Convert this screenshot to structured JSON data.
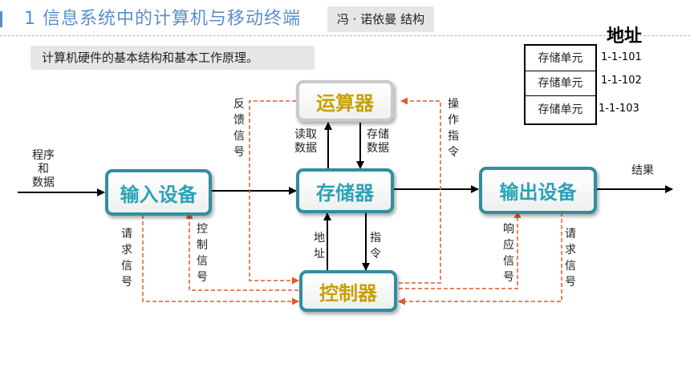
{
  "header": {
    "title": "1 信息系统中的计算机与移动终端",
    "subtitle": "冯 · 诺依曼 结构"
  },
  "intro": "计算机硬件的基本结构和基本工作原理。",
  "memory_table": {
    "title": "地址",
    "cells": [
      "存储单元",
      "存储单元",
      "存储单元"
    ],
    "addresses": [
      "1-1-101",
      "1-1-102",
      "1-1-103"
    ]
  },
  "components": {
    "alu": "运算器",
    "memory": "存储器",
    "input": "输入设备",
    "output": "输出设备",
    "controller": "控制器"
  },
  "labels": {
    "program_data": [
      "程序",
      "和",
      "数据"
    ],
    "result": "结果",
    "feedback": "反馈信号",
    "operate_cmd": "操作指令",
    "read_data": [
      "读取",
      "数据"
    ],
    "store_data": [
      "存储",
      "数据"
    ],
    "address": "地址",
    "instruction": "指令",
    "request_left": "请求信号",
    "control_signal": "控制信号",
    "response_signal": "响应信号",
    "request_right": "请求信号"
  },
  "colors": {
    "accent": "#5b8ec9",
    "box_border": "#2f8fa0",
    "teal_text": "#2aa3b8",
    "gold_text": "#c8a000",
    "control_line": "#e05a2a"
  }
}
